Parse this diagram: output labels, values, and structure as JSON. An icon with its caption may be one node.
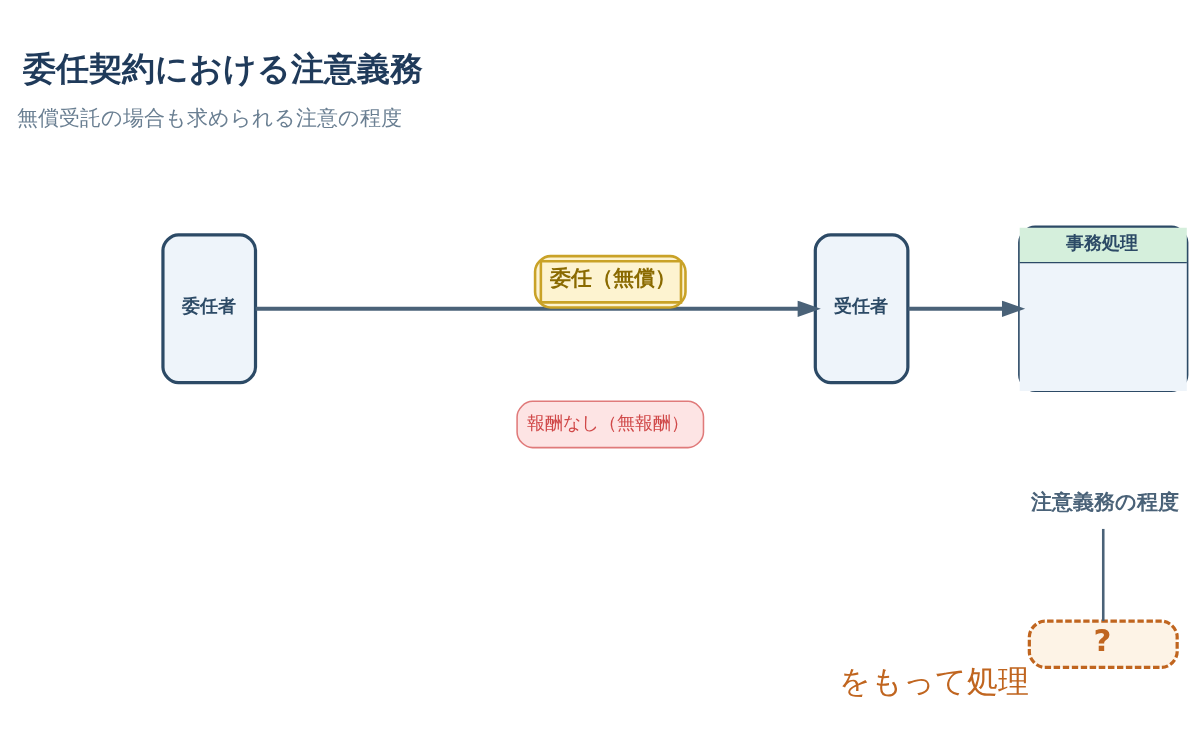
{
  "diagram": {
    "title": "委任契約における注意義務",
    "nodes": [
      {
        "text": [
          "委任者"
        ]
      },
      {
        "text": [
          "受任者"
        ]
      },
      {
        "text": [
          "事務処理"
        ]
      },
      {
        "text": [
          "注意義務の程度"
        ]
      },
      {
        "text": [
          "?"
        ],
        "beside": [
          "をもって処理"
        ]
      },
      {
        "text": [
          "報酬なし（無報酬）"
        ]
      }
    ],
    "edges": [
      {
        "from": 0,
        "to": 1,
        "arrow": "to",
        "label": "委任（無償）"
      },
      {
        "from": 1,
        "to": 2,
        "arrow": "to"
      },
      {
        "from": 3,
        "to": 4,
        "arrow": "none",
        "color": "#4a6278"
      }
    ],
    "labels": [
      "無償受託の場合も求められる注意の程度"
    ]
  }
}
